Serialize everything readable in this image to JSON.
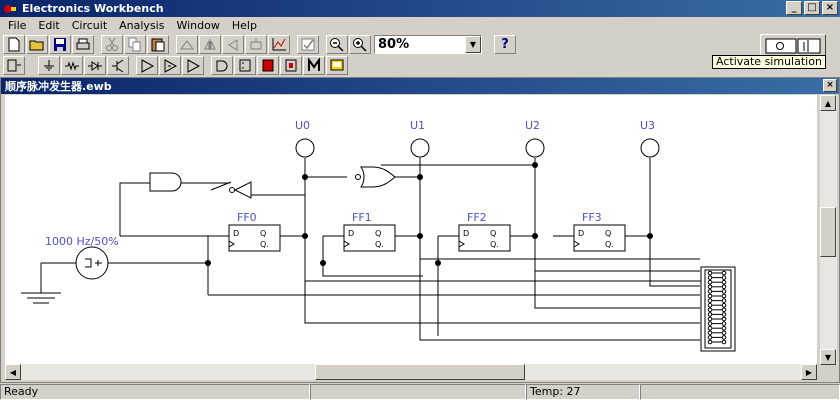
{
  "window": {
    "title": "Electronics Workbench"
  },
  "menu": [
    "File",
    "Edit",
    "Circuit",
    "Analysis",
    "Window",
    "Help"
  ],
  "toolbar": {
    "zoom": "80%",
    "help_label": "?"
  },
  "tooltip": "Activate simulation",
  "document": {
    "title": "顺序脉冲发生器.ewb"
  },
  "circuit": {
    "probe_labels": [
      "U0",
      "U1",
      "U2",
      "U3"
    ],
    "flipflop_labels": [
      "FF0",
      "FF1",
      "FF2",
      "FF3"
    ],
    "source_label": "1000 Hz/50%"
  },
  "status": {
    "left": "Ready",
    "temp": "Temp:  27"
  },
  "colors": {
    "titlebar": "#0a246a",
    "label": "#5050c8",
    "face": "#d4d0c8"
  },
  "icons": [
    "new-icon",
    "open-icon",
    "save-icon",
    "print-icon",
    "cut-icon",
    "copy-icon",
    "paste-icon",
    "rotate-icon",
    "flip-horizontal-icon",
    "flip-vertical-icon",
    "subcircuit-icon",
    "graph-icon",
    "component-properties-icon",
    "zoom-out-icon",
    "zoom-in-icon",
    "help-icon",
    "power-switch-icon"
  ]
}
